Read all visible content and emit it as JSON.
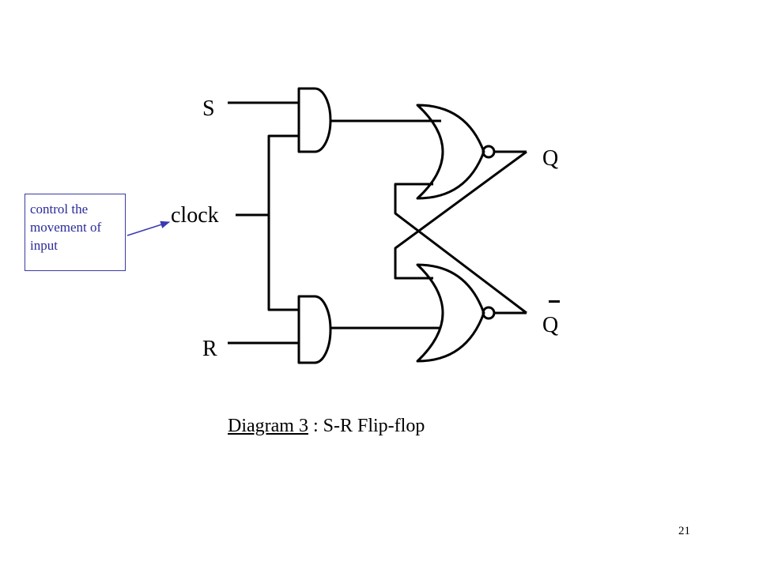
{
  "labels": {
    "s": "S",
    "clock": "clock",
    "r": "R",
    "q": "Q",
    "q_bar": "Q"
  },
  "annotation": {
    "text": "control the movement of input",
    "color": "#2a2a9a",
    "arrow_color": "#3a3ab0"
  },
  "caption": {
    "diagram_ref": "Diagram 3",
    "separator": " : ",
    "title": "S-R Flip-flop"
  },
  "page_number": "21"
}
